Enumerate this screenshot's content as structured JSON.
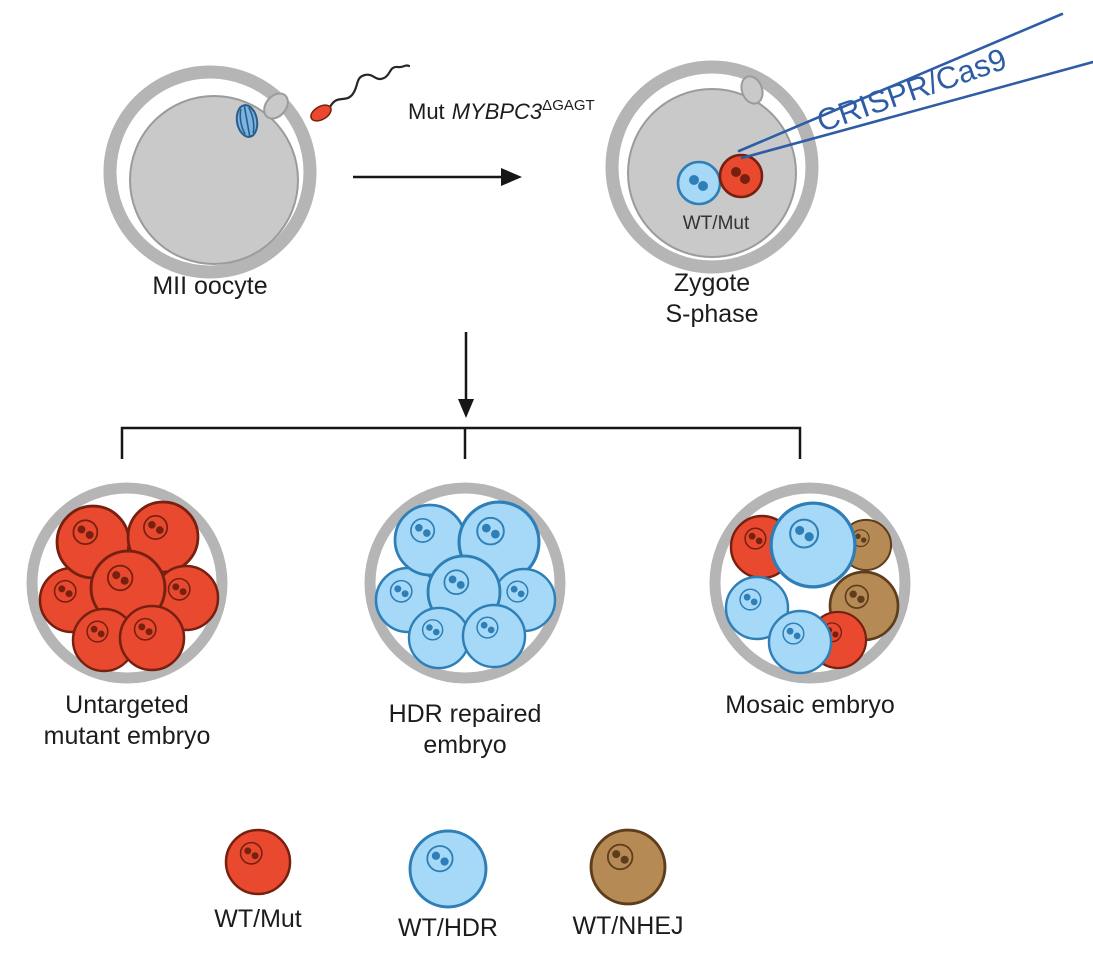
{
  "colors": {
    "zona": "#b5b5b5",
    "cytoplasm": "#c9c9c9",
    "cytoplasm_line": "#9b9b9b",
    "mutant_fill": "#e8492f",
    "mutant_line": "#77200f",
    "hdr_fill": "#a6d9f7",
    "hdr_line": "#2e7fb8",
    "nhej_fill": "#b68a55",
    "nhej_line": "#5e3d1c",
    "spindle_fill": "#7ab4e0",
    "spindle_line": "#2a5d8a",
    "needle": "#2e5da6",
    "ink": "#1c1c1c"
  },
  "oocyte": {
    "label": "MII oocyte"
  },
  "sperm": {
    "prefix": "Mut",
    "gene": "MYBPC3",
    "superscript": "ΔGAGT"
  },
  "zygote": {
    "label_line1": "Zygote",
    "label_line2": "S-phase",
    "pronuclei": "WT/Mut",
    "tool": "CRISPR/Cas9"
  },
  "outcomes": [
    {
      "line1": "Untargeted",
      "line2": "mutant embryo"
    },
    {
      "line1": "HDR repaired",
      "line2": "embryo"
    },
    {
      "line1": "Mosaic embryo",
      "line2": ""
    }
  ],
  "legend": [
    {
      "label": "WT/Mut"
    },
    {
      "label": "WT/HDR"
    },
    {
      "label": "WT/NHEJ"
    }
  ]
}
